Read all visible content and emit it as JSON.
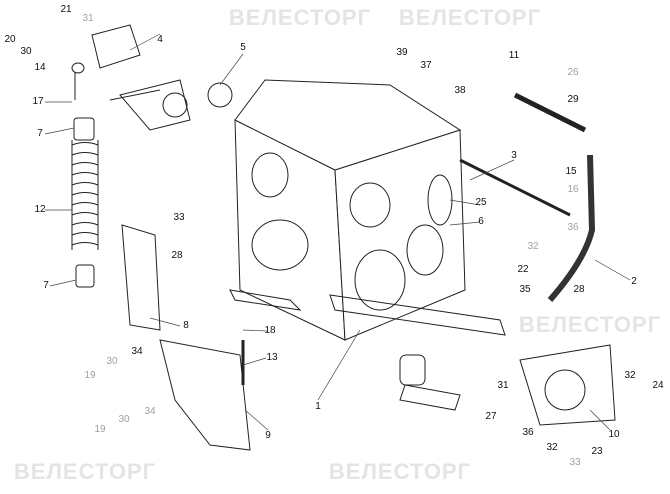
{
  "watermark": "ВЕЛЕСТОРГ",
  "part_labels": [
    "20",
    "21",
    "31",
    "30",
    "14",
    "4",
    "17",
    "5",
    "39",
    "37",
    "11",
    "26",
    "29",
    "38",
    "7",
    "3",
    "15",
    "16",
    "25",
    "6",
    "33",
    "12",
    "36",
    "32",
    "2",
    "28",
    "22",
    "35",
    "28",
    "7",
    "8",
    "18",
    "34",
    "30",
    "19",
    "13",
    "31",
    "32",
    "24",
    "1",
    "27",
    "9",
    "19",
    "30",
    "34",
    "10",
    "36",
    "32",
    "23",
    "33"
  ]
}
